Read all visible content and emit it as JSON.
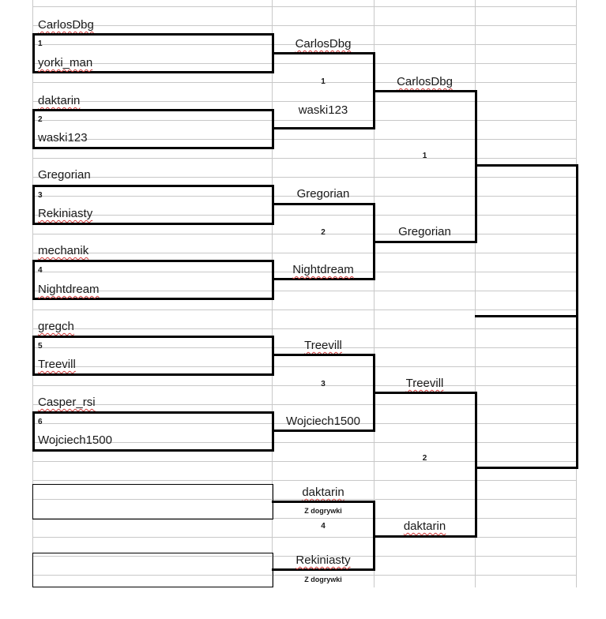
{
  "round1": {
    "matches": [
      {
        "number": "1",
        "top": "CarlosDbg",
        "bottom": "yorki_man"
      },
      {
        "number": "2",
        "top": "daktarin",
        "bottom": "waski123"
      },
      {
        "number": "3",
        "top": "Gregorian",
        "bottom": "Rekiniasty"
      },
      {
        "number": "4",
        "top": "mechanik",
        "bottom": "Nightdream"
      },
      {
        "number": "5",
        "top": "gregch",
        "bottom": "Treevill"
      },
      {
        "number": "6",
        "top": "Casper_rsi",
        "bottom": "Wojciech1500"
      }
    ]
  },
  "round2": {
    "matches": [
      {
        "number": "1",
        "top": "CarlosDbg",
        "bottom": "waski123"
      },
      {
        "number": "2",
        "top": "Gregorian",
        "bottom": "Nightdream"
      },
      {
        "number": "3",
        "top": "Treevill",
        "bottom": "Wojciech1500"
      },
      {
        "number": "4",
        "top": "daktarin",
        "bottom": "Rekiniasty",
        "top_note": "Z dogrywki",
        "bottom_note": "Z dogrywki"
      }
    ]
  },
  "round3": {
    "matches": [
      {
        "number": "1",
        "top": "CarlosDbg",
        "bottom": "Gregorian"
      },
      {
        "number": "2",
        "top": "Treevill",
        "bottom": "daktarin"
      }
    ]
  },
  "colors": {
    "grid": "#c8c8c8",
    "bracket": "#000000",
    "spellcheck": "#d03a3a"
  }
}
